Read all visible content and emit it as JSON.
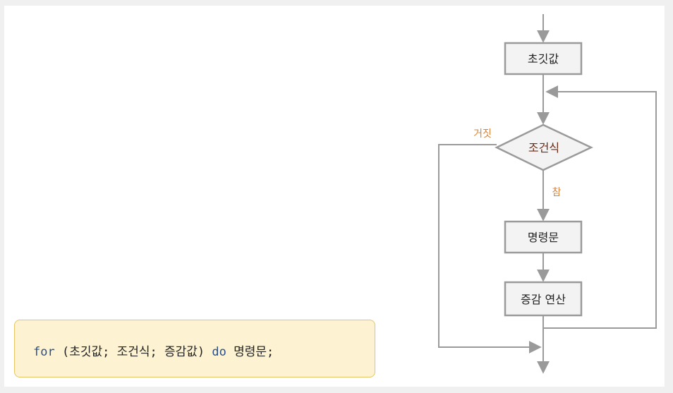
{
  "diagram": {
    "nodes": {
      "init": "초깃값",
      "condition": "조건식",
      "statement": "명령문",
      "increment": "증감 연산"
    },
    "labels": {
      "false": "거짓",
      "true": "참"
    }
  },
  "code": {
    "keyword_for": "for",
    "middle": " (초깃값; 조건식; 증감값) ",
    "keyword_do": "do",
    "tail": " 명령문;"
  },
  "colors": {
    "box_fill": "#f3f3f3",
    "box_border": "#9a9a9a",
    "line": "#9a9a9a",
    "label_orange": "#d7843a",
    "condition_text": "#6b2a17",
    "code_bg": "#fdf3d3",
    "code_border": "#e8c466",
    "keyword": "#2a4f8a"
  }
}
